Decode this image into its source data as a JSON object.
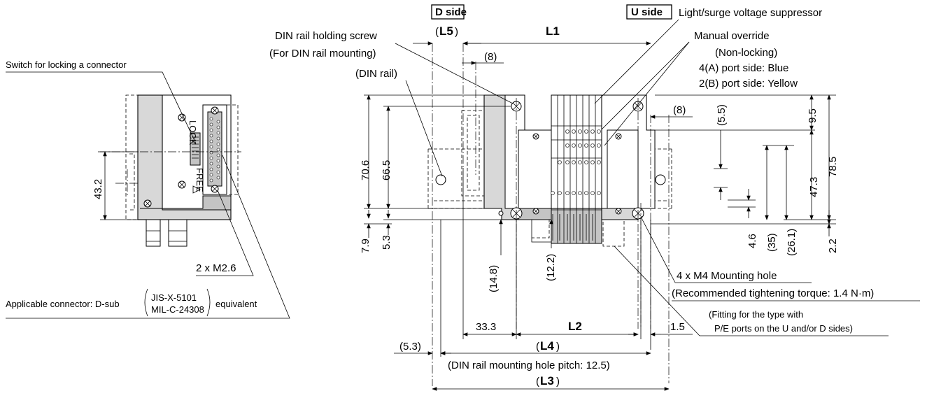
{
  "labels": {
    "d_side": "D side",
    "u_side": "U side",
    "switch_lock": "Switch for locking a connector",
    "din_screw_1": "DIN rail holding screw",
    "din_screw_2": "(For DIN rail mounting)",
    "din_rail": "(DIN rail)",
    "light_surge": "Light/surge voltage suppressor",
    "manual_override": "Manual override",
    "non_locking": "(Non-locking)",
    "port4a": "4(A) port side: Blue",
    "port2b": "2(B) port side: Yellow",
    "m2_6": "2 x M2.6",
    "connector_prefix": "Applicable connector: D-sub",
    "connector_std1": "JIS-X-5101",
    "connector_std2": "MIL-C-24308",
    "connector_suffix": "equivalent",
    "mounting_hole": "4 x M4 Mounting hole",
    "torque": "(Recommended tightening torque: 1.4 N·m)",
    "fitting_1": "(Fitting for the type with",
    "fitting_2": "P/E ports on the U and/or D sides)",
    "din_pitch": "(DIN rail mounting hole pitch: 12.5)",
    "lock": "LOCK",
    "free": "FREE"
  },
  "dims": {
    "L1": "L1",
    "L2": "L2",
    "L3": "L3",
    "L4": "L4",
    "L5": "L5",
    "paren_open": "(",
    "paren_close": ")",
    "d43_2": "43.2",
    "d70_6": "70.6",
    "d66_5": "66.5",
    "d7_9": "7.9",
    "d5_3_v": "5.3",
    "d14_8": "(14.8)",
    "d12_2": "(12.2)",
    "d8_top": "(8)",
    "d8_right": "(8)",
    "d5_5": "(5.5)",
    "d9_5": "9.5",
    "d78_5": "78.5",
    "d47_3": "47.3",
    "d4_6": "4.6",
    "d35": "(35)",
    "d26_1": "(26.1)",
    "d2_2": "2.2",
    "d33_3": "33.3",
    "d1_5": "1.5",
    "d5_3_h": "(5.3)"
  }
}
